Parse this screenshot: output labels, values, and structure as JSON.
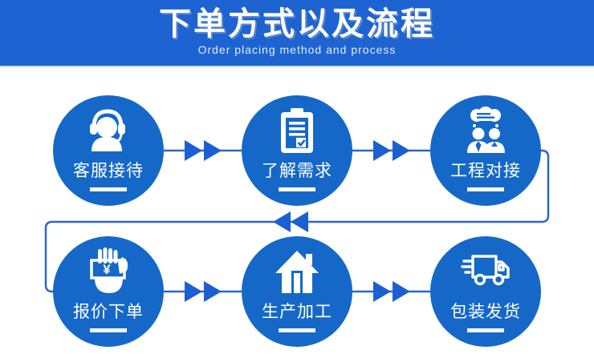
{
  "header": {
    "title": "下单方式以及流程",
    "subtitle": "Order placing method and process"
  },
  "steps": [
    {
      "label": "客服接待",
      "icon": "customer-service-headset-icon"
    },
    {
      "label": "了解需求",
      "icon": "clipboard-checklist-icon"
    },
    {
      "label": "工程对接",
      "icon": "engineers-discussion-icon"
    },
    {
      "label": "报价下单",
      "icon": "hand-holding-money-icon"
    },
    {
      "label": "生产加工",
      "icon": "factory-house-icon"
    },
    {
      "label": "包装发货",
      "icon": "delivery-truck-icon"
    }
  ],
  "flow": {
    "top_row_direction": "left-to-right",
    "return_direction": "right-to-left",
    "bottom_row_direction": "left-to-right",
    "currency_glyph": "¥"
  },
  "colors": {
    "banner": "#1d64d2",
    "circle": "#1568c7",
    "connector": "#2b66d0",
    "arrow": "#1c5fd2",
    "text": "#ffffff"
  }
}
